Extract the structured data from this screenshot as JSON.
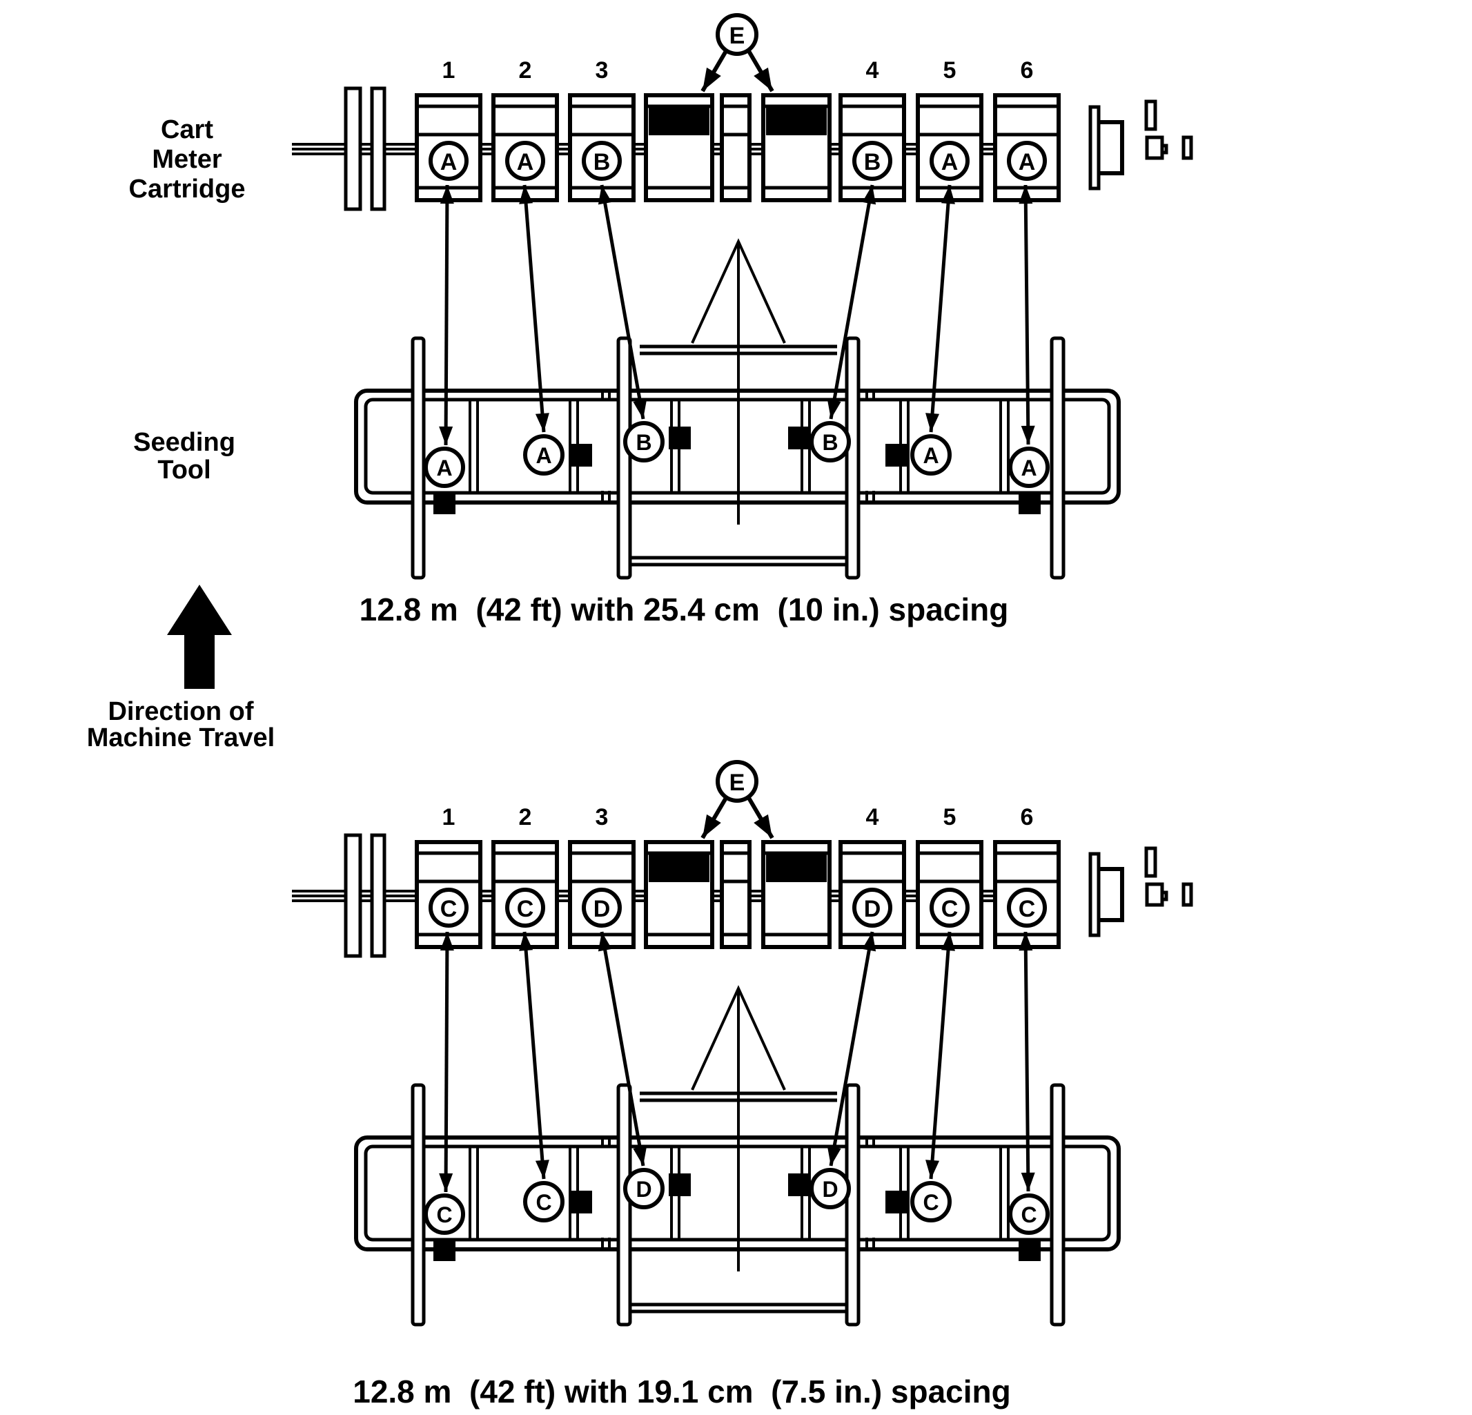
{
  "colors": {
    "ink": "#000000",
    "paper": "#ffffff"
  },
  "side_labels": {
    "cart_meter_cartridge": {
      "line1": "Cart",
      "line2": "Meter",
      "line3": "Cartridge"
    },
    "seeding_tool": {
      "line1": "Seeding",
      "line2": "Tool"
    },
    "direction_of_travel": {
      "line1": "Direction of",
      "line2": "Machine Travel"
    }
  },
  "top_diagram": {
    "caption": "12.8 m  (42 ft) with 25.4 cm  (10 in.) spacing",
    "hose_callout": "E",
    "section_numbers": [
      "1",
      "2",
      "3",
      "4",
      "5",
      "6"
    ],
    "meter_cartridges": [
      "A",
      "A",
      "B",
      "B",
      "A",
      "A"
    ],
    "tool_openers": [
      "A",
      "A",
      "B",
      "B",
      "A",
      "A"
    ]
  },
  "bottom_diagram": {
    "caption": "12.8 m  (42 ft) with 19.1 cm  (7.5 in.) spacing",
    "hose_callout": "E",
    "section_numbers": [
      "1",
      "2",
      "3",
      "4",
      "5",
      "6"
    ],
    "meter_cartridges": [
      "C",
      "C",
      "D",
      "D",
      "C",
      "C"
    ],
    "tool_openers": [
      "C",
      "C",
      "D",
      "D",
      "C",
      "C"
    ]
  }
}
